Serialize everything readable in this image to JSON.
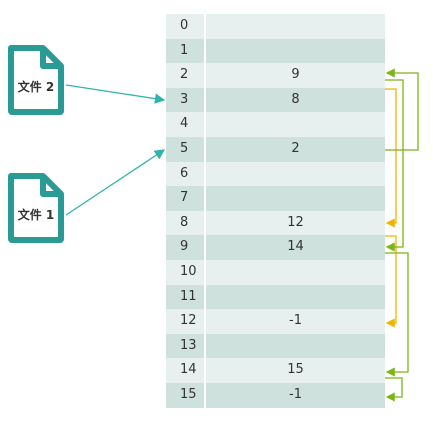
{
  "files": [
    {
      "label": "文件 2",
      "points_to": 3
    },
    {
      "label": "文件 1",
      "points_to": 5
    }
  ],
  "blocks": [
    {
      "index": "0",
      "value": ""
    },
    {
      "index": "1",
      "value": ""
    },
    {
      "index": "2",
      "value": "9"
    },
    {
      "index": "3",
      "value": "8"
    },
    {
      "index": "4",
      "value": ""
    },
    {
      "index": "5",
      "value": "2"
    },
    {
      "index": "6",
      "value": ""
    },
    {
      "index": "7",
      "value": ""
    },
    {
      "index": "8",
      "value": "12"
    },
    {
      "index": "9",
      "value": "14"
    },
    {
      "index": "10",
      "value": ""
    },
    {
      "index": "11",
      "value": ""
    },
    {
      "index": "12",
      "value": "-1"
    },
    {
      "index": "13",
      "value": ""
    },
    {
      "index": "14",
      "value": "15"
    },
    {
      "index": "15",
      "value": "-1"
    }
  ],
  "links": [
    {
      "from": 3,
      "to": 8,
      "color": "#f0b400"
    },
    {
      "from": 8,
      "to": 12,
      "color": "#f0b400"
    },
    {
      "from": 5,
      "to": 2,
      "color": "#7cb518"
    },
    {
      "from": 2,
      "to": 9,
      "color": "#7cb518"
    },
    {
      "from": 9,
      "to": 14,
      "color": "#7cb518"
    },
    {
      "from": 14,
      "to": 15,
      "color": "#7cb518"
    }
  ],
  "colors": {
    "file_icon": "#2a9a94",
    "pointer_arrow": "#2fb3ad",
    "chain_file1": "#7cb518",
    "chain_file2": "#f0b400"
  }
}
